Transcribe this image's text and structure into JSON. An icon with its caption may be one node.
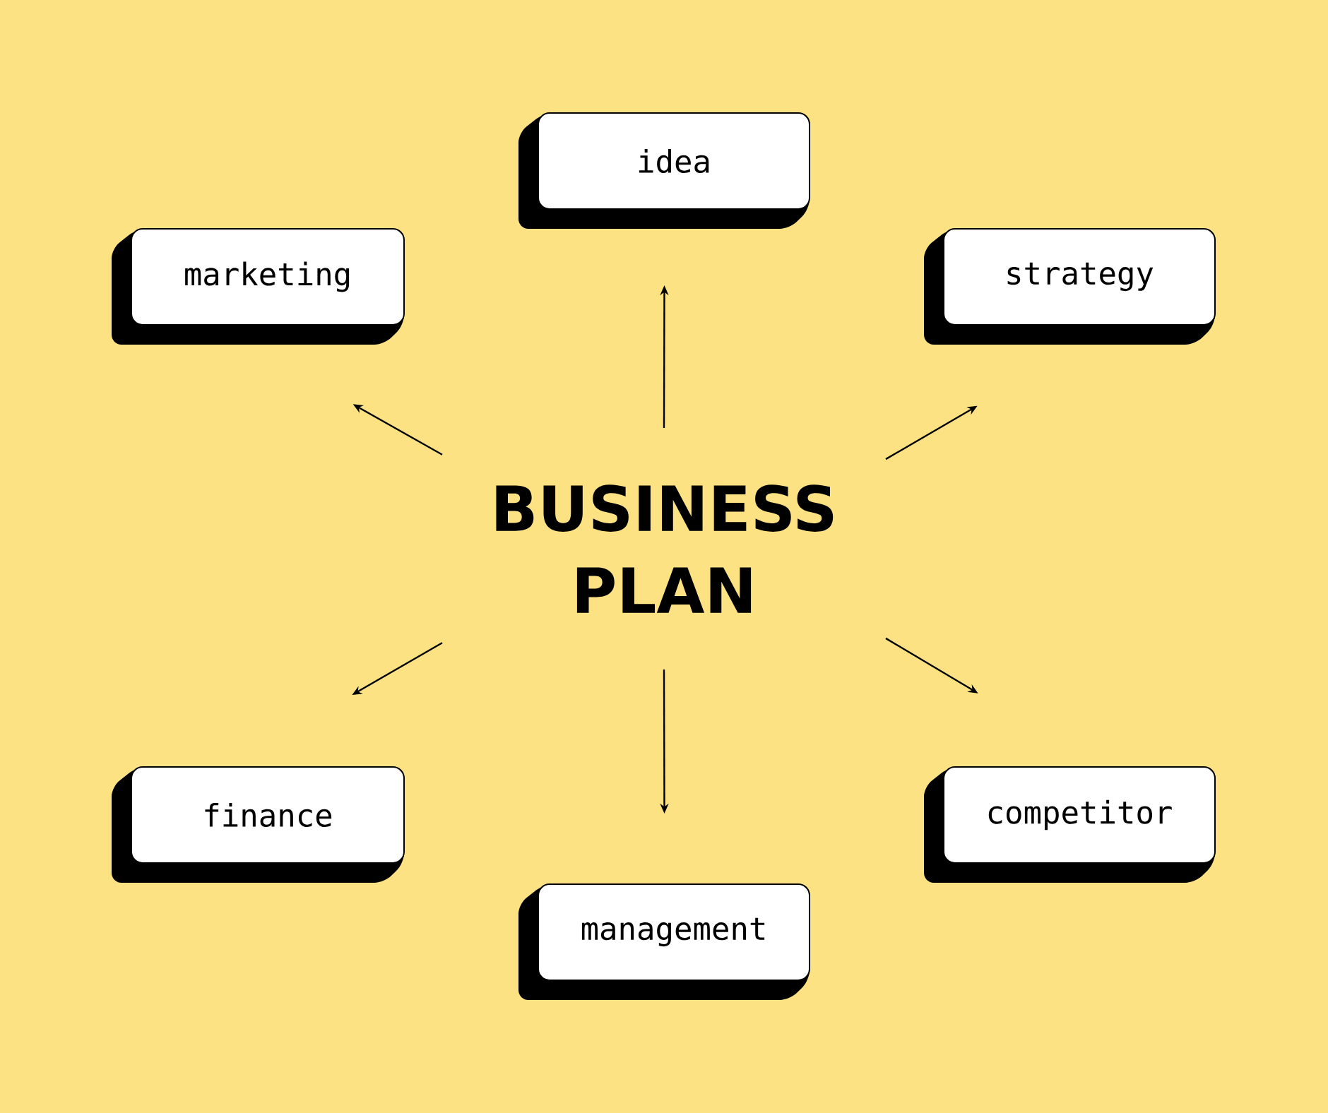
{
  "diagram": {
    "nodes": [
      {
        "text": [
          "idea"
        ]
      },
      {
        "text": [
          "marketing"
        ]
      },
      {
        "text": [
          "strategy"
        ]
      },
      {
        "text": [
          "BUSINESS PLAN"
        ]
      },
      {
        "text": [
          "finance"
        ]
      },
      {
        "text": [
          "competitor"
        ]
      },
      {
        "text": [
          "management"
        ]
      }
    ],
    "edges": [
      {
        "from": 3,
        "to": 0,
        "arrow": "to"
      },
      {
        "from": 3,
        "to": 1,
        "arrow": "to"
      },
      {
        "from": 3,
        "to": 2,
        "arrow": "to"
      },
      {
        "from": 3,
        "to": 4,
        "arrow": "to"
      },
      {
        "from": 3,
        "to": 5,
        "arrow": "to"
      },
      {
        "from": 3,
        "to": 6,
        "arrow": "to"
      }
    ]
  }
}
